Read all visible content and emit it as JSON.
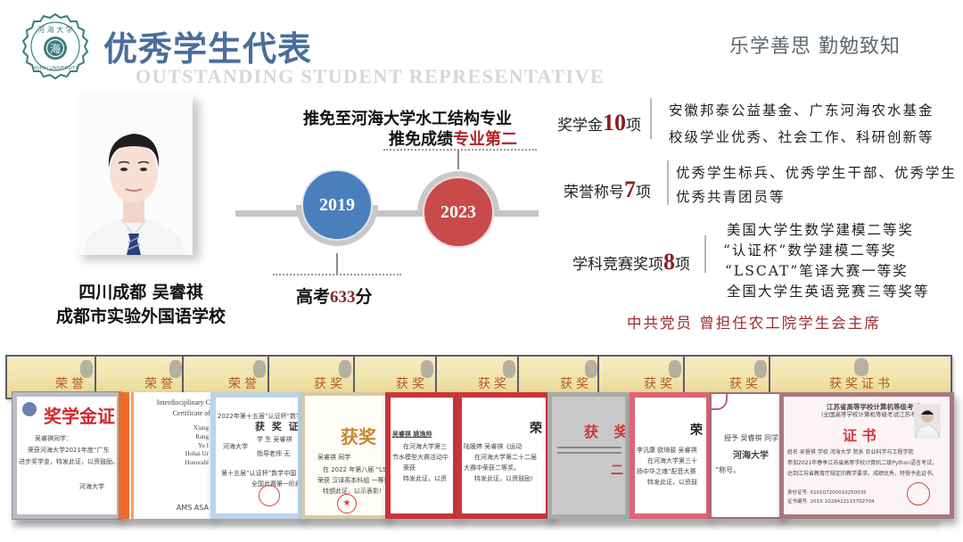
{
  "header": {
    "logo_alt": "河海大学 HOHAI UNIVERSITY",
    "logo_text_top": "河 海 大 学",
    "logo_text_ring": "HOHAI UNIVERSITY",
    "title_cn": "优秀学生代表",
    "title_en": "OUTSTANDING STUDENT REPRESENTATIVE",
    "motto": "乐学善思  勤勉致知"
  },
  "student": {
    "hometown_name": "四川成都 吴睿祺",
    "school": "成都市实验外国语学校"
  },
  "timeline": {
    "milestones": [
      {
        "year": "2019",
        "caption_prefix": "高考",
        "caption_value": "633",
        "caption_suffix": "分",
        "color": "#4a7fbe"
      },
      {
        "year": "2023",
        "caption_line1": "推免至河海大学水工结构专业",
        "caption_line2_prefix": "推免成绩",
        "caption_line2_highlight": "专业第二",
        "color": "#c94a4a"
      }
    ]
  },
  "honors": {
    "scholarship": {
      "label_prefix": "奖学金",
      "count": "10",
      "label_suffix": "项",
      "items": [
        "安徽邦泰公益基金、广东河海农水基金",
        "校级学业优秀、社会工作、科研创新等"
      ]
    },
    "titles": {
      "label_prefix": "荣誉称号",
      "count": "7",
      "label_suffix": "项",
      "items": [
        "优秀学生标兵、优秀学生干部、优秀学生",
        "优秀共青团员等"
      ]
    },
    "competitions": {
      "label_prefix": "学科竞赛奖项",
      "count": "8",
      "label_suffix": "项",
      "items": [
        "美国大学生数学建模二等奖",
        "“认证杯”数学建模二等奖",
        "“LSCAT”笔译大赛一等奖",
        "全国大学生英语竞赛三等奖等"
      ]
    },
    "party": "中共党员  曾担任农工院学生会主席"
  },
  "certificates": {
    "back_row": [
      "荣誉",
      "荣誉",
      "荣誉",
      "获奖",
      "获奖",
      "获奖",
      "获奖",
      "获奖",
      "获奖",
      "获奖证书"
    ],
    "front_row": [
      {
        "title": "奖学金证",
        "lines": [
          "吴睿祺同学：",
          "荣获河海大学2021年度“广东",
          "进步奖学金，特发此证，以资鼓励。",
          "河海大学"
        ]
      },
      {
        "title": "Interdisciplinary C",
        "subtitle": "Certificate of",
        "lines": [
          "Xiang",
          "Rang",
          "Yu I",
          "Hohai Ur",
          "Honorabl",
          "AMS ASA"
        ]
      },
      {
        "title": "获 奖 证",
        "lines": [
          "2022年第十五届“认证杯”数学",
          "河海大学",
          "学 生 吴睿祺",
          "指导老师 无",
          "第十五届“认证杯”数学中国",
          "全国此赛第一阶段"
        ]
      },
      {
        "title": "获奖",
        "lines": [
          "吴睿祺 同学",
          "在 2022 年第八届 “LSCAT”",
          "荣获 汉译英本科组 一等奖。",
          "特颁此证，以示表彰!"
        ]
      },
      {
        "title": "",
        "lines": [
          "吴睿祺  姚逸帅  ",
          "在河海大学第三",
          "节水模型大赛活动中",
          "荣获",
          "特发此证，以资"
        ]
      },
      {
        "title": "荣",
        "lines": [
          "陆媛婷 吴睿祺《运动",
          "在河海大学第二十二届",
          "大赛中荣获二等奖。",
          "特发此证，以资鼓励!"
        ]
      },
      {
        "title": "获 奖",
        "lines": [
          "二"
        ]
      },
      {
        "title": "荣",
        "lines": [
          "李汎康 欧琦骏 吴睿祺",
          "在河海大学第三十",
          "扬中华之魂”配音大赛",
          "特发此证，以资鼓"
        ]
      },
      {
        "title": "",
        "lines": [
          "授予 吴睿祺 同学",
          "河海大学",
          "”称号。"
        ]
      },
      {
        "title": "证   书",
        "header1": "江苏省高等学校计算机等级考试",
        "header2": "(全国高等学校计算机等级考试江苏考区)",
        "lines": [
          "姓名 吴睿祺   学校   河海大学    院系 农业科学与工程学院",
          "参加2021年春季江苏省高等学校计算机二级Python语言考试，",
          "达到江苏省教育厅规定的教学要求，成绩优秀，特授予此证书。",
          "身份证号: 510107200010250035",
          "证书编号: 201X 1029422115702704"
        ]
      }
    ]
  }
}
